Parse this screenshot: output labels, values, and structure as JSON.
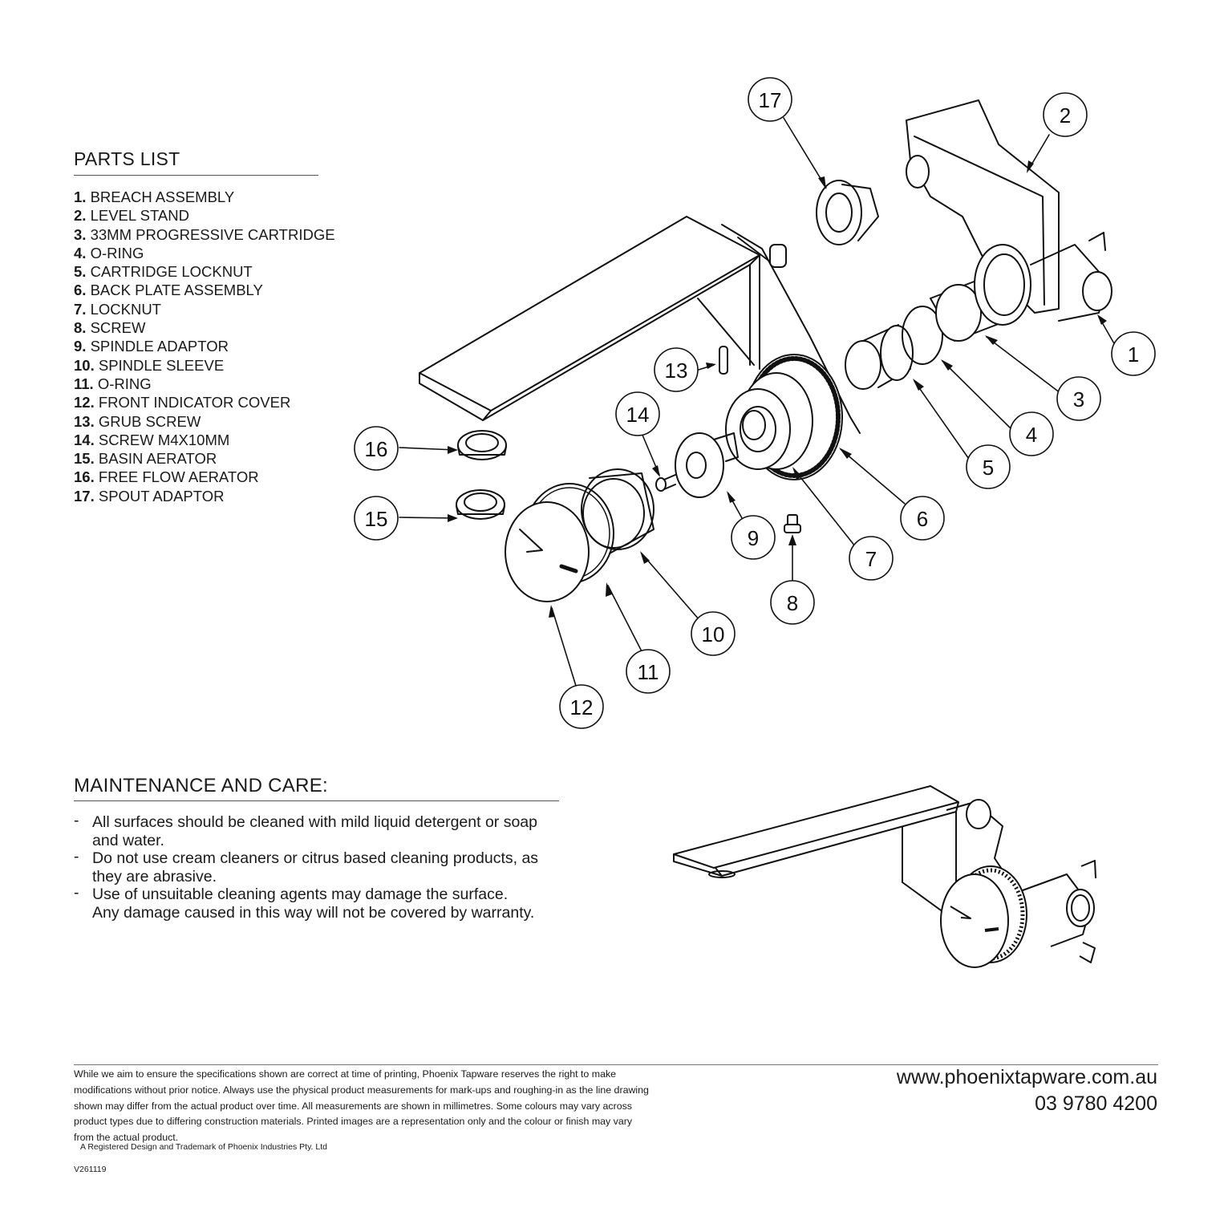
{
  "parts_list": {
    "title": "PARTS LIST",
    "items": [
      {
        "num": "1.",
        "name": "BREACH ASSEMBLY"
      },
      {
        "num": "2.",
        "name": "LEVEL STAND"
      },
      {
        "num": "3.",
        "name": "33MM PROGRESSIVE CARTRIDGE"
      },
      {
        "num": "4.",
        "name": "O-RING"
      },
      {
        "num": "5.",
        "name": "CARTRIDGE LOCKNUT"
      },
      {
        "num": "6.",
        "name": "BACK PLATE ASSEMBLY"
      },
      {
        "num": "7.",
        "name": "LOCKNUT"
      },
      {
        "num": "8.",
        "name": "SCREW"
      },
      {
        "num": "9.",
        "name": "SPINDLE ADAPTOR"
      },
      {
        "num": "10.",
        "name": "SPINDLE SLEEVE"
      },
      {
        "num": "11.",
        "name": "O-RING"
      },
      {
        "num": "12.",
        "name": "FRONT INDICATOR COVER"
      },
      {
        "num": "13.",
        "name": "GRUB SCREW"
      },
      {
        "num": "14.",
        "name": "SCREW M4X10MM"
      },
      {
        "num": "15.",
        "name": "BASIN AERATOR"
      },
      {
        "num": "16.",
        "name": "FREE FLOW AERATOR"
      },
      {
        "num": "17.",
        "name": "SPOUT ADAPTOR"
      }
    ]
  },
  "diagram": {
    "callouts": [
      "1",
      "2",
      "3",
      "4",
      "5",
      "6",
      "7",
      "8",
      "9",
      "10",
      "11",
      "12",
      "13",
      "14",
      "15",
      "16",
      "17"
    ]
  },
  "maintenance": {
    "title": "MAINTENANCE AND CARE:",
    "items": [
      {
        "line1": "All surfaces should be cleaned with mild liquid detergent or soap",
        "line2": "and water."
      },
      {
        "line1": "Do not use cream cleaners or citrus based cleaning products, as",
        "line2": "they are abrasive."
      },
      {
        "line1": "Use of unsuitable cleaning agents may damage the surface.",
        "line2": "Any damage caused in this way will not be covered by warranty."
      }
    ]
  },
  "footer": {
    "disclaimer": "While we aim to ensure the specifications shown are correct at time of printing, Phoenix Tapware reserves the right to make modifications without prior notice. Always use the physical product measurements for mark-ups and roughing-in as the line drawing shown may differ from the actual product over time. All measurements are shown in millimetres.  Some colours may vary across product types due to differing construction materials. Printed images are a representation only and the colour or finish may vary from the actual product.",
    "trademark": "A Registered Design and Trademark of Phoenix Industries Pty. Ltd",
    "version": "V261119",
    "website": "www.phoenixtapware.com.au",
    "phone": "03 9780 4200"
  }
}
